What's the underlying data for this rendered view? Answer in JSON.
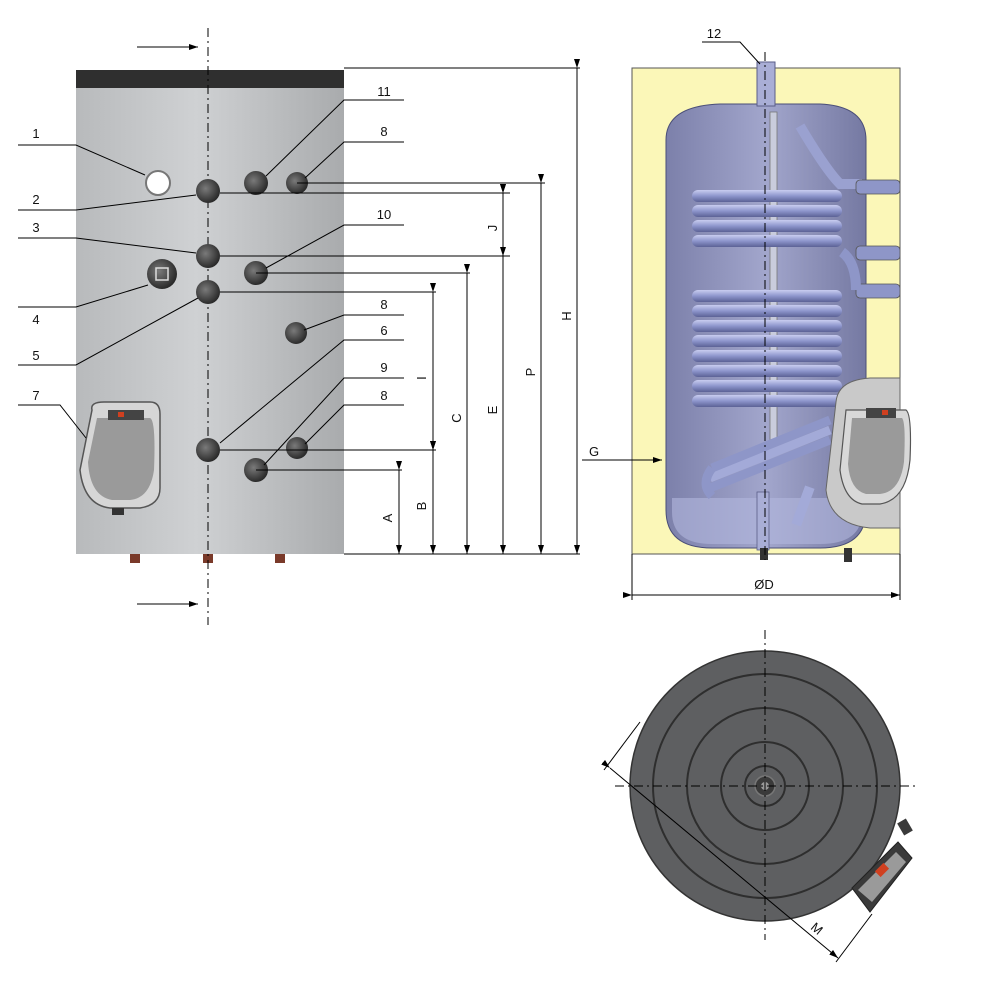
{
  "callouts": [
    "1",
    "2",
    "3",
    "4",
    "5",
    "6",
    "7",
    "8",
    "8",
    "8",
    "9",
    "10",
    "11",
    "12"
  ],
  "dimensions": {
    "A": "A",
    "B": "B",
    "C": "C",
    "E": "E",
    "P": "P",
    "H": "H",
    "I": "I",
    "J": "J",
    "G": "G",
    "D": "ØD",
    "M": "M"
  },
  "colors": {
    "tank_body": "#c2c4c6",
    "tank_cap": "#2f2f2f",
    "insulation": "#fbf7b8",
    "inner_tank": "#8c90b8",
    "coil": "#8e96c8",
    "fitting": "#3a3a3a",
    "top_view_disc": "#5e5f61"
  }
}
